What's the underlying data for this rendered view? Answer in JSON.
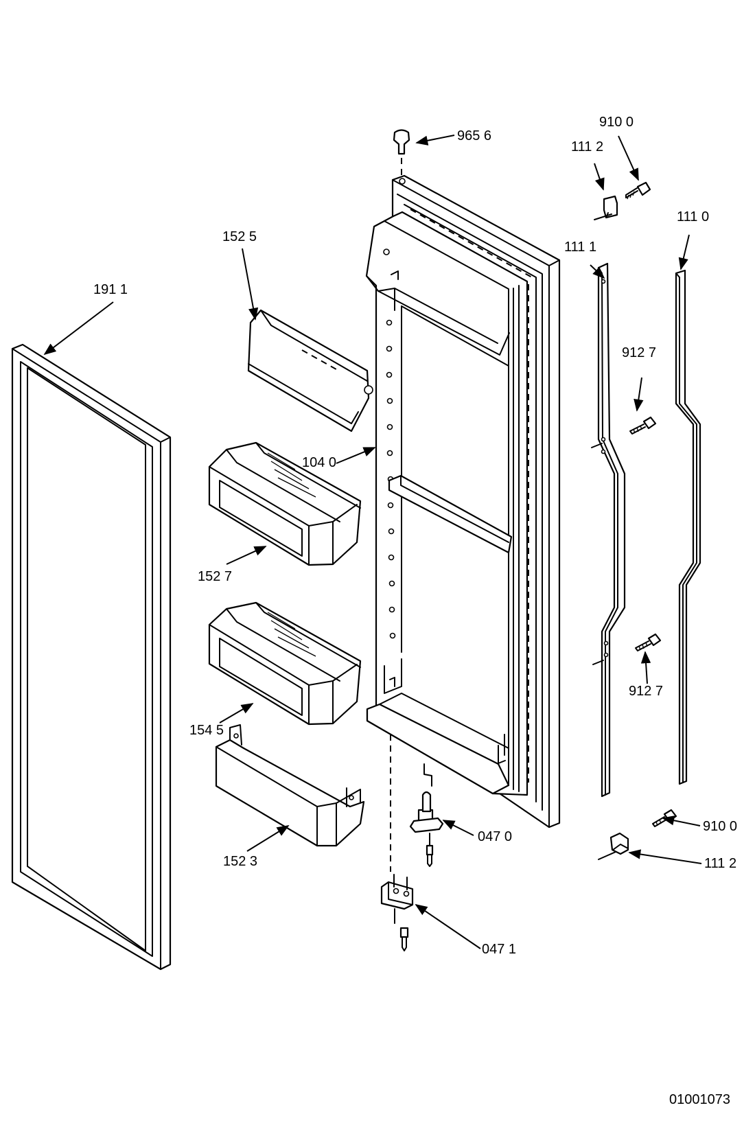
{
  "diagram": {
    "drawing_number": "01001073",
    "parts": [
      {
        "id": "gasket",
        "label": "191 1"
      },
      {
        "id": "shelf-top",
        "label": "152 5"
      },
      {
        "id": "door-liner",
        "label": "104 0"
      },
      {
        "id": "bin-upper",
        "label": "152 7"
      },
      {
        "id": "bin-lower",
        "label": "154 5"
      },
      {
        "id": "rail-bottom",
        "label": "152 3"
      },
      {
        "id": "plug",
        "label": "965 6"
      },
      {
        "id": "hinge-pin",
        "label": "047 0"
      },
      {
        "id": "hinge-bracket",
        "label": "047 1"
      },
      {
        "id": "screw-top",
        "label": "910 0"
      },
      {
        "id": "cap-top",
        "label": "111 2"
      },
      {
        "id": "trim-inner",
        "label": "111 1"
      },
      {
        "id": "trim-outer",
        "label": "111 0"
      },
      {
        "id": "screw-upper",
        "label": "912 7"
      },
      {
        "id": "screw-lower",
        "label": "912 7"
      },
      {
        "id": "screw-bottom",
        "label": "910 0"
      },
      {
        "id": "cap-bottom",
        "label": "111 2"
      }
    ]
  }
}
